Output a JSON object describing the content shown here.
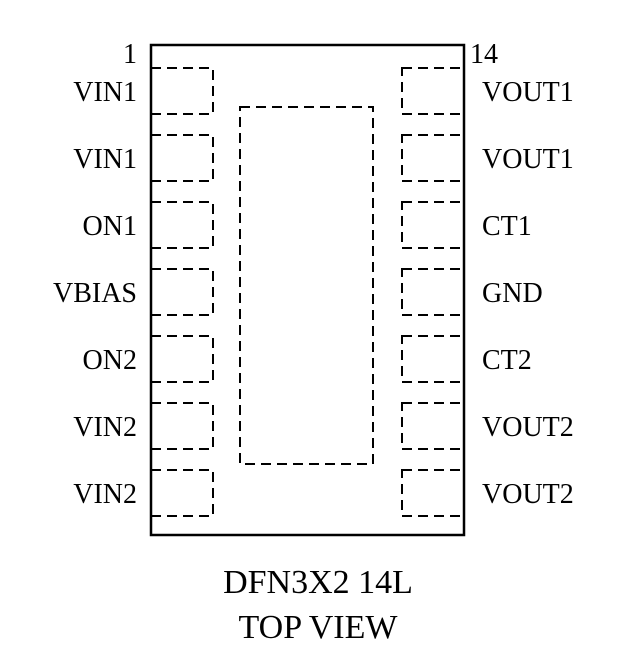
{
  "package": {
    "pin1_number": "1",
    "pin14_number": "14",
    "left_pins": [
      "VIN1",
      "VIN1",
      "ON1",
      "VBIAS",
      "ON2",
      "VIN2",
      "VIN2"
    ],
    "right_pins": [
      "VOUT1",
      "VOUT1",
      "CT1",
      "GND",
      "CT2",
      "VOUT2",
      "VOUT2"
    ]
  },
  "caption": {
    "line1": "DFN3X2 14L",
    "line2": "TOP VIEW"
  }
}
